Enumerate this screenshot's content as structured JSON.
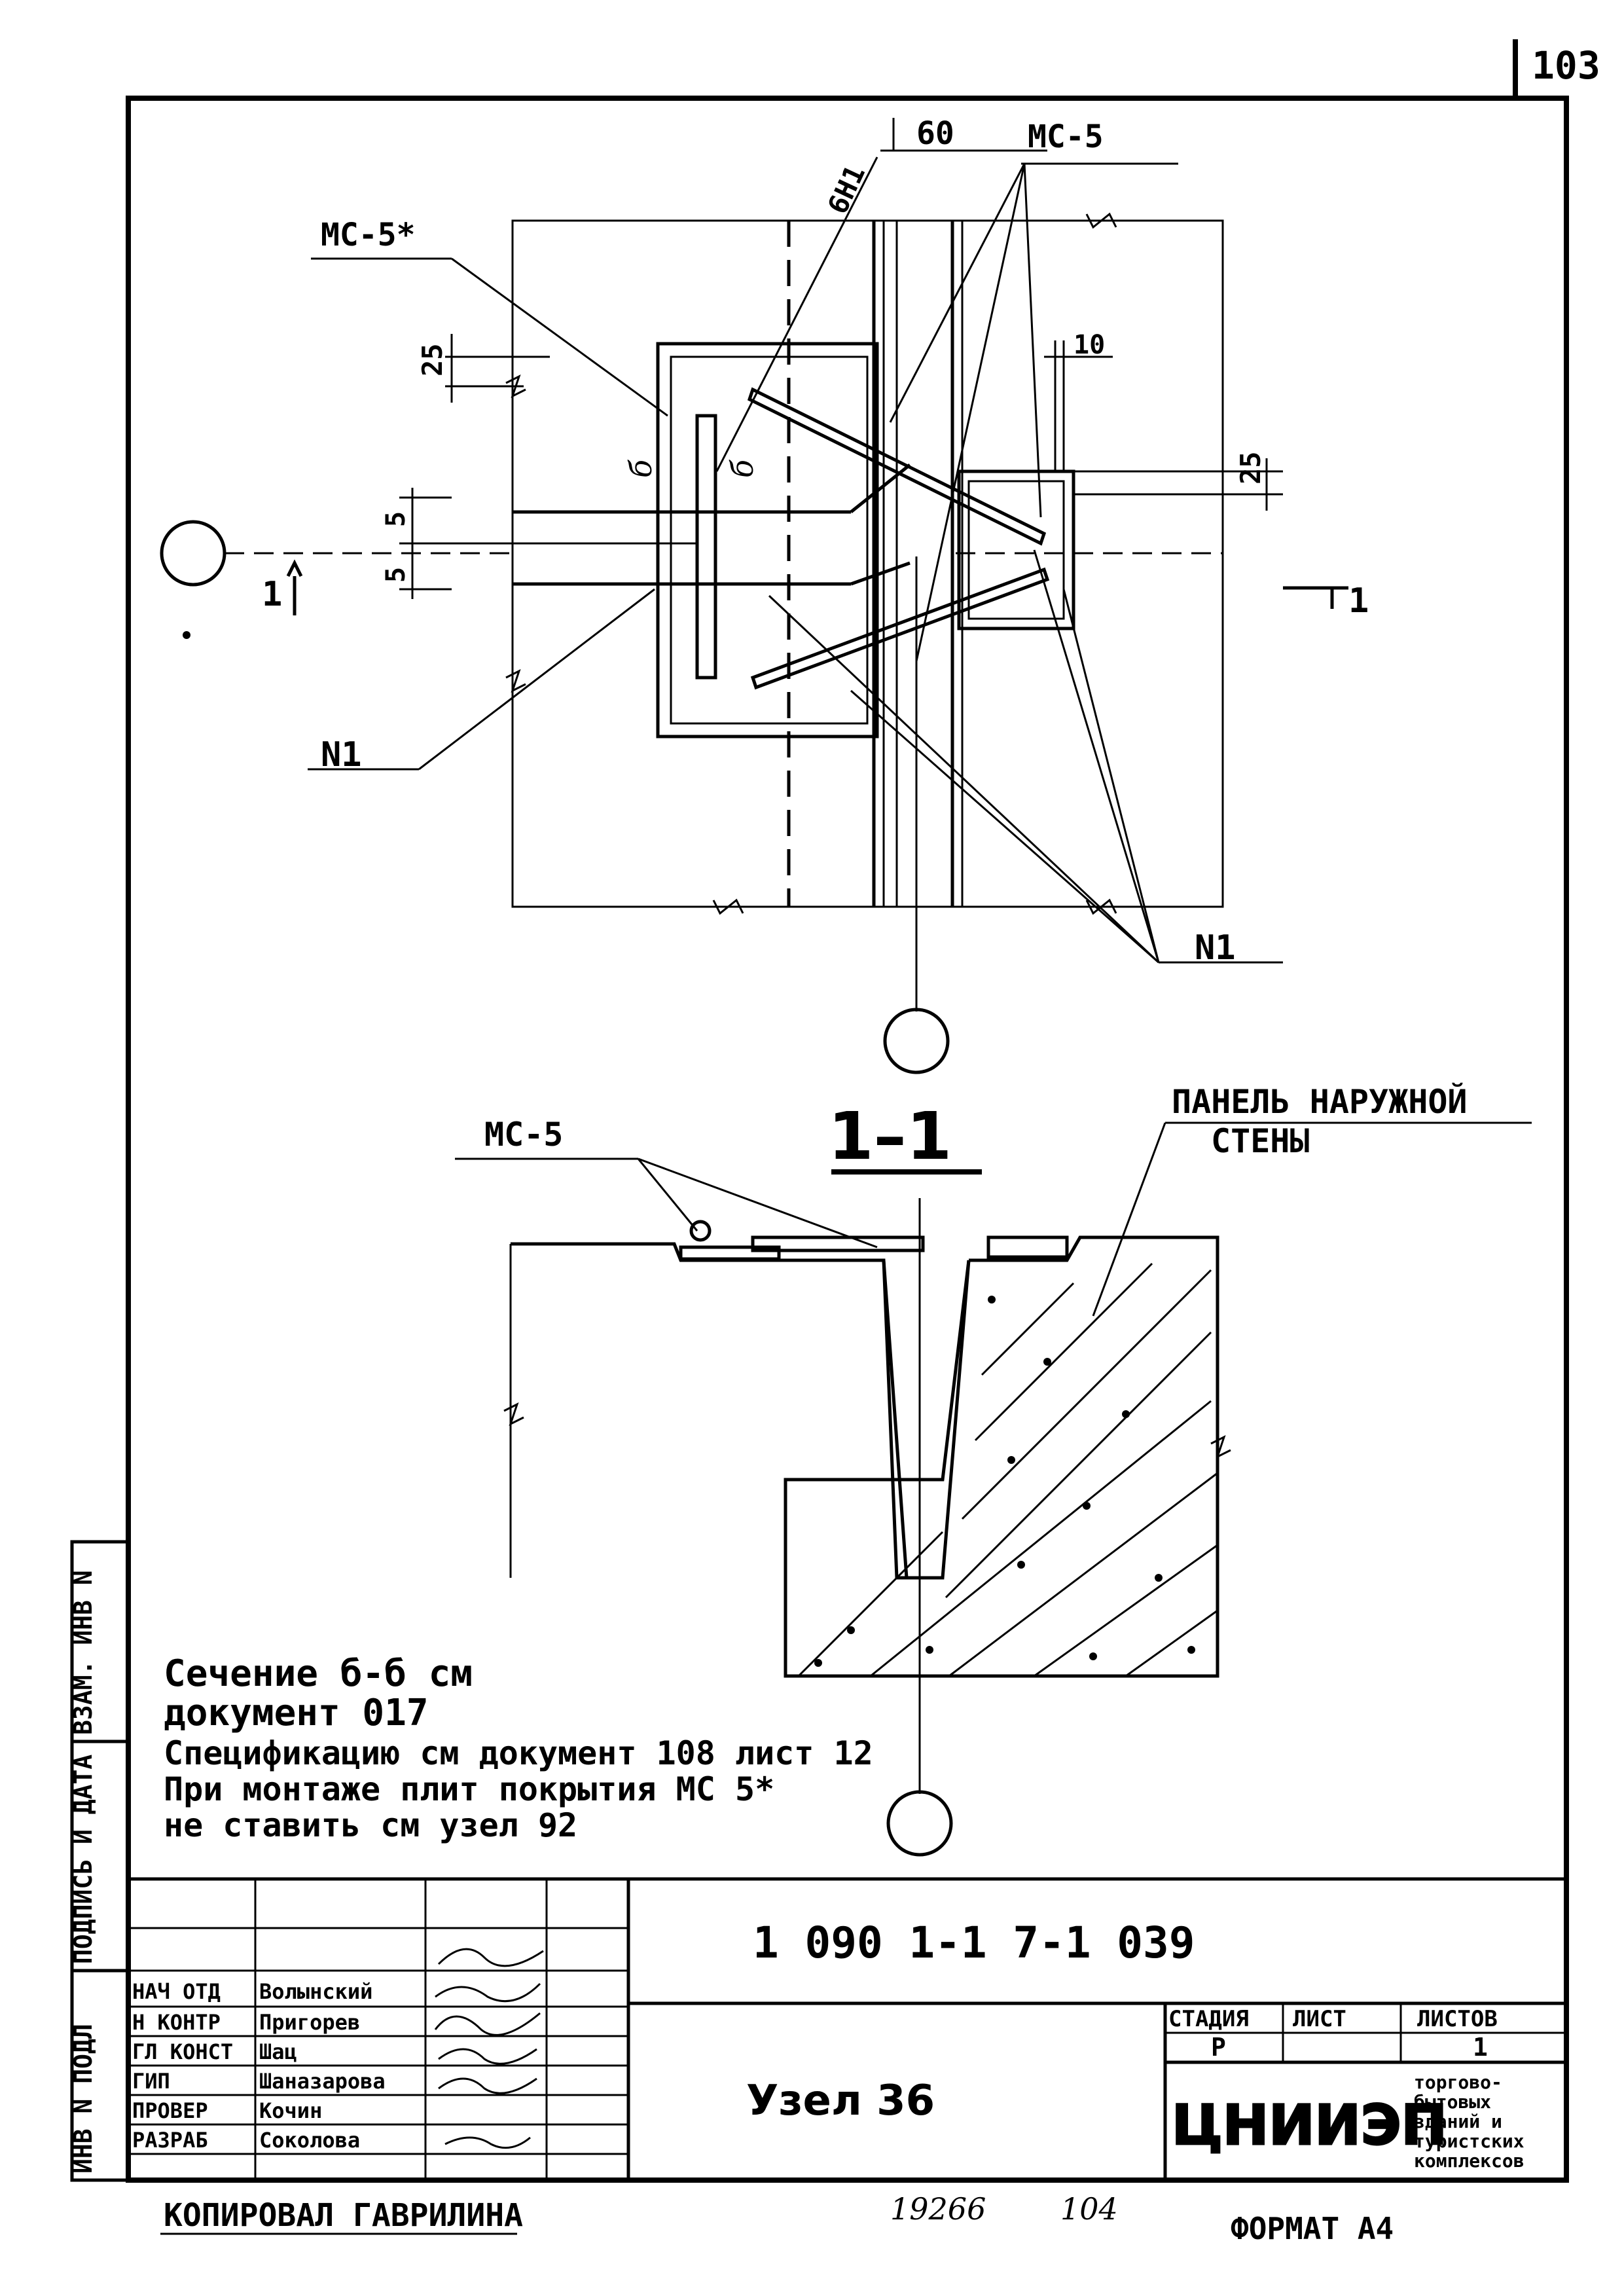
{
  "page_number": "103",
  "plan": {
    "label_ms5_star": "МС-5*",
    "label_ms5": "МС-5",
    "label_6n1": "6Н1",
    "dim_60": "60",
    "dim_25_left": "25",
    "dim_10": "10",
    "dim_25_right": "25",
    "dim_5_top": "5",
    "dim_5_bottom": "5",
    "label_b_1": "б",
    "label_b_2": "б",
    "label_n1_left": "N1",
    "label_n1_right": "N1",
    "section_mark_left": "1",
    "section_mark_right": "1"
  },
  "section": {
    "title": "1–1",
    "label_ms5": "МС-5",
    "panel_label_line1": "ПАНЕЛЬ НАРУЖНОЙ",
    "panel_label_line2": "СТЕНЫ"
  },
  "notes": [
    "Сечение б-б см",
    "документ 017",
    "Спецификацию см документ 108 лист 12",
    "При монтаже плит покрытия МС 5*",
    "не ставить см узел 92"
  ],
  "side_stamp": {
    "inv_podl": "ИНВ N ПОДЛ",
    "podpis": "ПОДПИСЬ И ДАТА",
    "vzam": "ВЗАМ. ИНВ N"
  },
  "title_block": {
    "doc_code": "1 090 1-1 7-1 039",
    "drawing_name": "Узел 36",
    "stage_header": "СТАДИЯ",
    "sheet_header": "ЛИСТ",
    "sheets_header": "ЛИСТОВ",
    "stage_value": "Р",
    "sheets_value": "1",
    "org_name": "ЦНИИЭП",
    "org_desc_lines": [
      "торгово-",
      "бытовых",
      "зданий и",
      "туристских",
      "комплексов"
    ],
    "staff": [
      {
        "role": "НАЧ ОТД",
        "name": "Волынский"
      },
      {
        "role": "Н КОНТР",
        "name": "Пригорев"
      },
      {
        "role": "ГЛ КОНСТ",
        "name": "Шац"
      },
      {
        "role": "ГИП",
        "name": "Шаназарова"
      },
      {
        "role": "ПРОВЕР",
        "name": "Кочин"
      },
      {
        "role": "РАЗРАБ",
        "name": "Соколова"
      }
    ]
  },
  "footer": {
    "copied_by": "КОПИРОВАЛ ГАВРИЛИНА",
    "order_number": "19266",
    "order_sheet": "104",
    "format": "ФОРМАТ А4"
  }
}
